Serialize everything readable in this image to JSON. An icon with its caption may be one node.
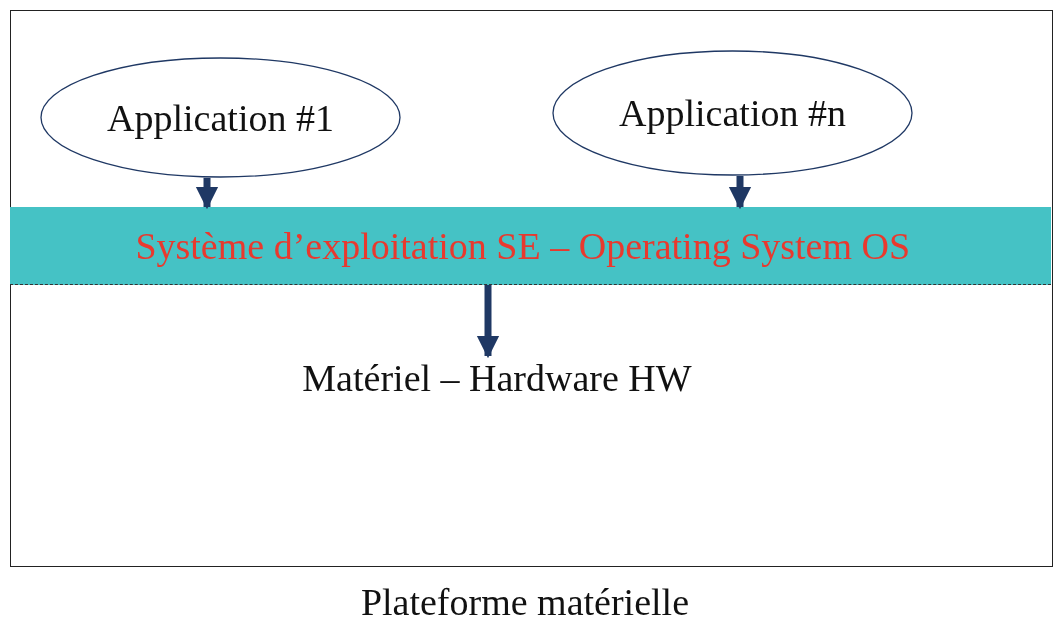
{
  "diagram": {
    "nodes": [
      {
        "text": [
          "Plateforme matérielle"
        ]
      },
      {
        "text": [
          "Application #1"
        ],
        "in": 0
      },
      {
        "text": [
          "Application #n"
        ],
        "in": 0
      },
      {
        "text": [
          "Système d’exploitation SE – Operating System OS"
        ],
        "in": 0
      },
      {
        "text": [
          "Matériel – Hardware HW"
        ],
        "in": 0
      }
    ],
    "edges": [
      {
        "from": 1,
        "to": 3,
        "arrow": "to"
      },
      {
        "from": 2,
        "to": 3,
        "arrow": "to"
      },
      {
        "from": 3,
        "to": 4,
        "arrow": "to"
      }
    ]
  }
}
